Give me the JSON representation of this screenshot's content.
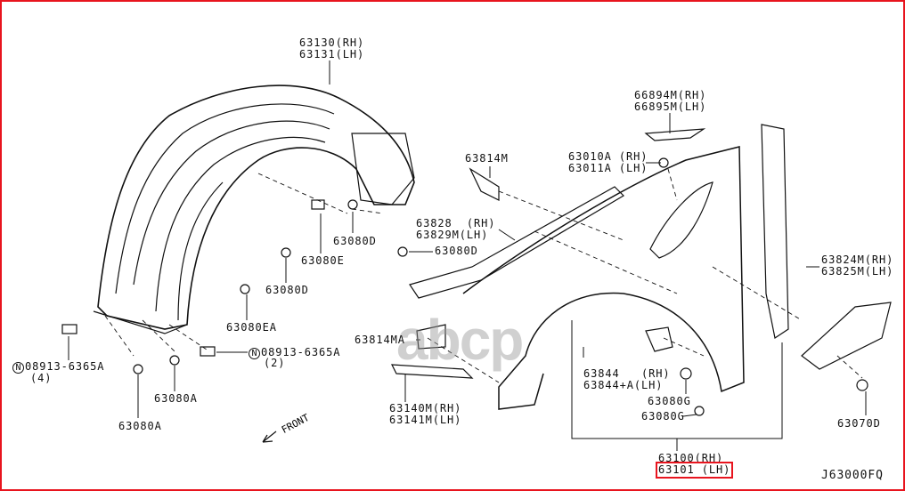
{
  "diagram_code": "J63000FQ",
  "watermark": "abcp",
  "front_label": "FRONT",
  "labels": {
    "liner_rh": "63130(RH)",
    "liner_lh": "63131(LH)",
    "seal_rh": "66894M(RH)",
    "seal_lh": "66895M(LH)",
    "p63814m": "63814M",
    "bolt_rh": "63010A (RH)",
    "bolt_lh": "63011A (LH)",
    "bracket_rh": "63828  (RH)",
    "bracket_lh": "63829M(LH)",
    "clip_d1": "63080D",
    "clip_d2": "63080D",
    "clip_e": "63080E",
    "clip_d3": "63080D",
    "clip_ea": "63080EA",
    "cover_rh": "63824M(RH)",
    "cover_lh": "63825M(LH)",
    "p63814ma": "63814MA",
    "nut2_code": "08913-6365A",
    "nut2_qty": "(2)",
    "nut4_code": "08913-6365A",
    "nut4_qty": "(4)",
    "n_symbol": "N",
    "flap_rh": "63844   (RH)",
    "flap_lh": "63844+A(LH)",
    "clip_a1": "63080A",
    "clip_g1": "63080G",
    "stay_rh": "63140M(RH)",
    "stay_lh": "63141M(LH)",
    "clip_g2": "63080G",
    "clip_70d": "63070D",
    "clip_a2": "63080A",
    "fender_rh": "63100(RH)",
    "fender_lh": "63101 (LH)"
  }
}
